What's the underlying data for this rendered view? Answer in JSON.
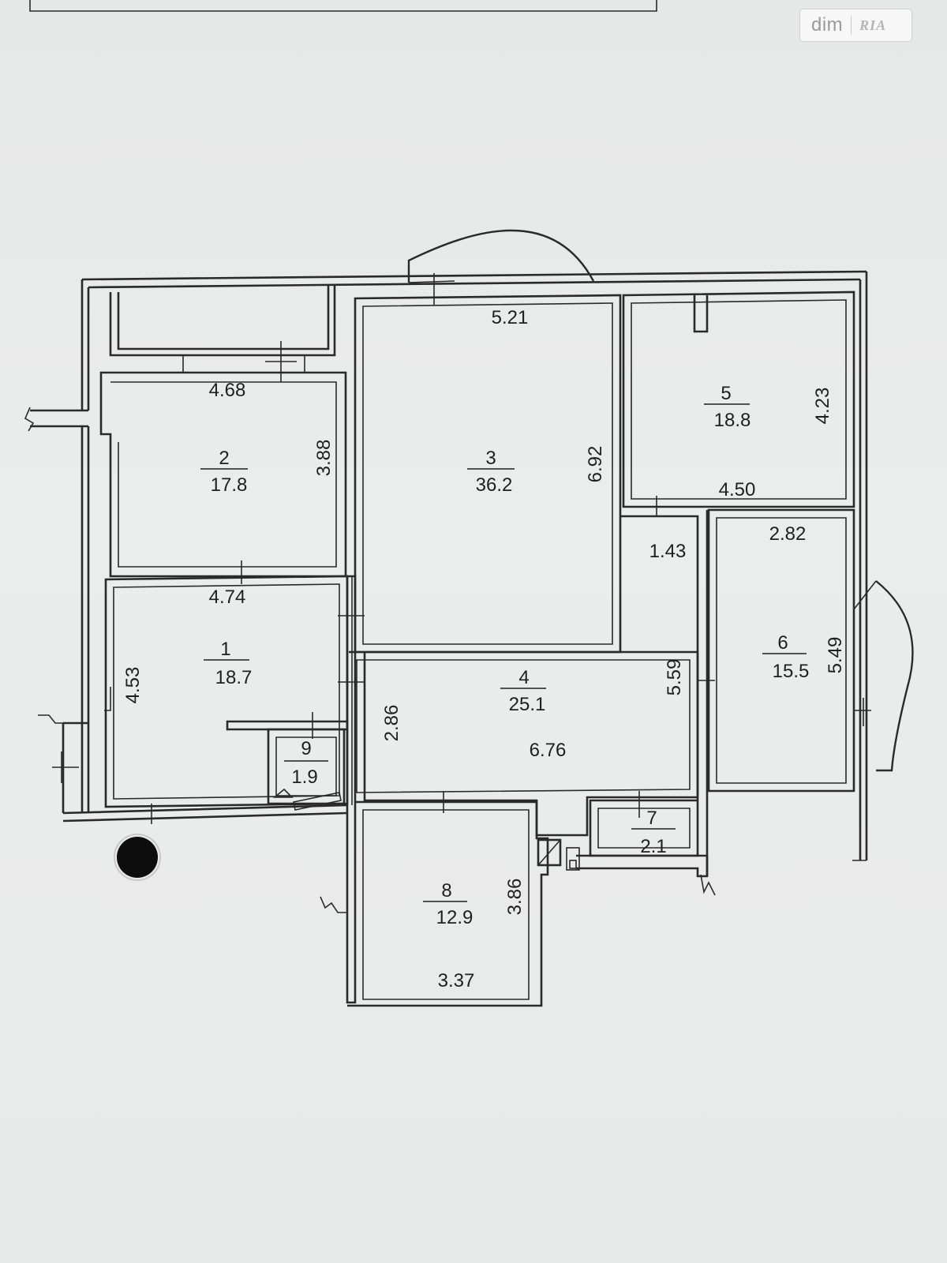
{
  "watermark": {
    "brand": "dim",
    "sub": "RIA"
  },
  "rooms": [
    {
      "id": "2",
      "area": "17.8"
    },
    {
      "id": "3",
      "area": "36.2"
    },
    {
      "id": "5",
      "area": "18.8"
    },
    {
      "id": "1",
      "area": "18.7"
    },
    {
      "id": "4",
      "area": "25.1"
    },
    {
      "id": "6",
      "area": "15.5"
    },
    {
      "id": "9",
      "area": "1.9"
    },
    {
      "id": "7",
      "area": "2.1"
    },
    {
      "id": "8",
      "area": "12.9"
    }
  ],
  "dimensions": {
    "room2_width": "4.68",
    "room2_height": "3.88",
    "room3_width": "5.21",
    "room3_height": "6.92",
    "room5_height": "4.23",
    "room5_width": "4.50",
    "room6_width": "2.82",
    "room6_height": "5.49",
    "corridor_width": "1.43",
    "room1_width": "4.74",
    "room1_height": "4.53",
    "room4_left": "2.86",
    "room4_right": "5.59",
    "room4_width": "6.76",
    "room8_height": "3.86",
    "room8_width": "3.37"
  }
}
